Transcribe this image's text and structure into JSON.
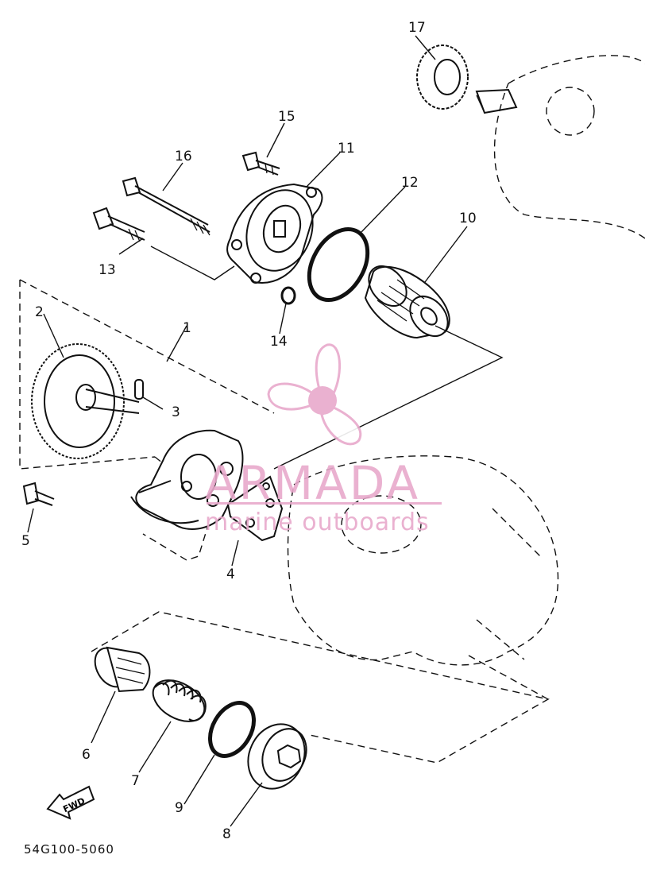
{
  "diagram": {
    "callouts": [
      {
        "id": "1",
        "label": "1"
      },
      {
        "id": "2",
        "label": "2"
      },
      {
        "id": "3",
        "label": "3"
      },
      {
        "id": "4",
        "label": "4"
      },
      {
        "id": "5",
        "label": "5"
      },
      {
        "id": "6",
        "label": "6"
      },
      {
        "id": "7",
        "label": "7"
      },
      {
        "id": "8",
        "label": "8"
      },
      {
        "id": "9",
        "label": "9"
      },
      {
        "id": "10",
        "label": "10"
      },
      {
        "id": "11",
        "label": "11"
      },
      {
        "id": "12",
        "label": "12"
      },
      {
        "id": "13",
        "label": "13"
      },
      {
        "id": "14",
        "label": "14"
      },
      {
        "id": "15",
        "label": "15"
      },
      {
        "id": "16",
        "label": "16"
      },
      {
        "id": "17",
        "label": "17"
      }
    ],
    "fwd_label": "FWD",
    "part_code": "54G100-5060"
  },
  "watermark": {
    "brand": "ARMADA",
    "tagline": "marine outboards",
    "color": "#e8a9cc"
  }
}
